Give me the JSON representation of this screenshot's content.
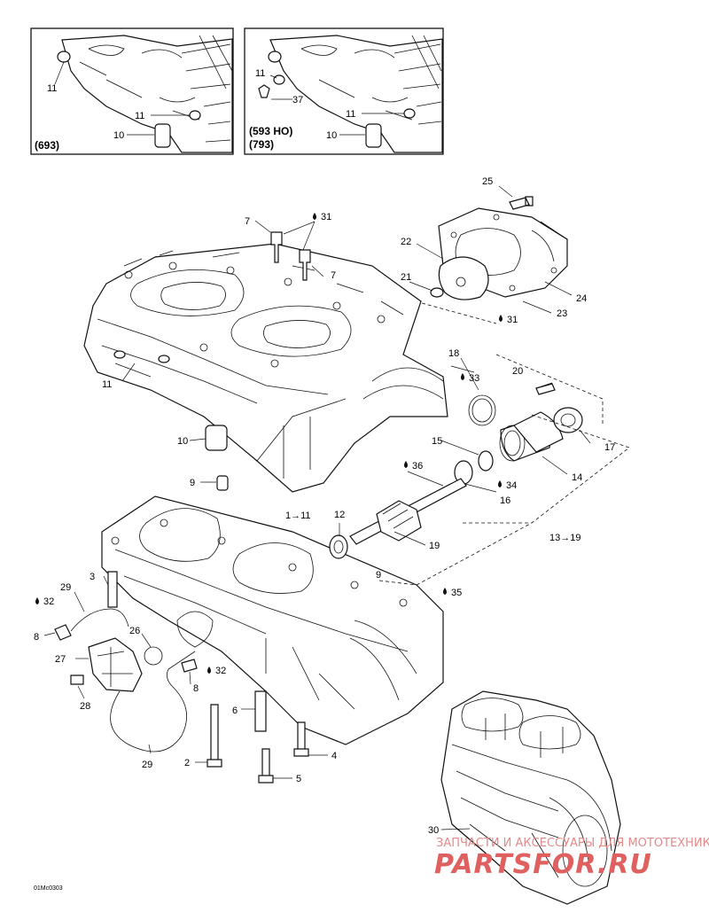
{
  "insets": [
    {
      "variant": "(693)",
      "labels": [
        "11",
        "11",
        "10"
      ]
    },
    {
      "variant_lines": [
        "(593 HO)",
        "(793)"
      ],
      "labels": [
        "11",
        "37",
        "11",
        "10"
      ]
    }
  ],
  "callouts": {
    "c1": "1→11",
    "c2": "2",
    "c3": "3",
    "c4": "4",
    "c5": "5",
    "c6": "6",
    "c7a": "7",
    "c7b": "7",
    "c8a": "8",
    "c8b": "8",
    "c9a": "9",
    "c9b": "9",
    "c10": "10",
    "c11": "11",
    "c12": "12",
    "c13": "13→19",
    "c14": "14",
    "c15": "15",
    "c16": "16",
    "c17": "17",
    "c18": "18",
    "c19": "19",
    "c20": "20",
    "c21": "21",
    "c22": "22",
    "c23": "23",
    "c24": "24",
    "c25": "25",
    "c26": "26",
    "c27": "27",
    "c28": "28",
    "c29a": "29",
    "c29b": "29",
    "c30": "30",
    "s31a": "31",
    "s31b": "31",
    "s32a": "32",
    "s32b": "32",
    "s33": "33",
    "s34": "34",
    "s35": "35",
    "s36": "36"
  },
  "figure_code": "01Mc0303",
  "watermark": {
    "line1": "ЗАПЧАСТИ И АКСЕССУАРЫ ДЛЯ МОТОТЕХНИКИ",
    "line2": "PARTSFOR.RU"
  }
}
